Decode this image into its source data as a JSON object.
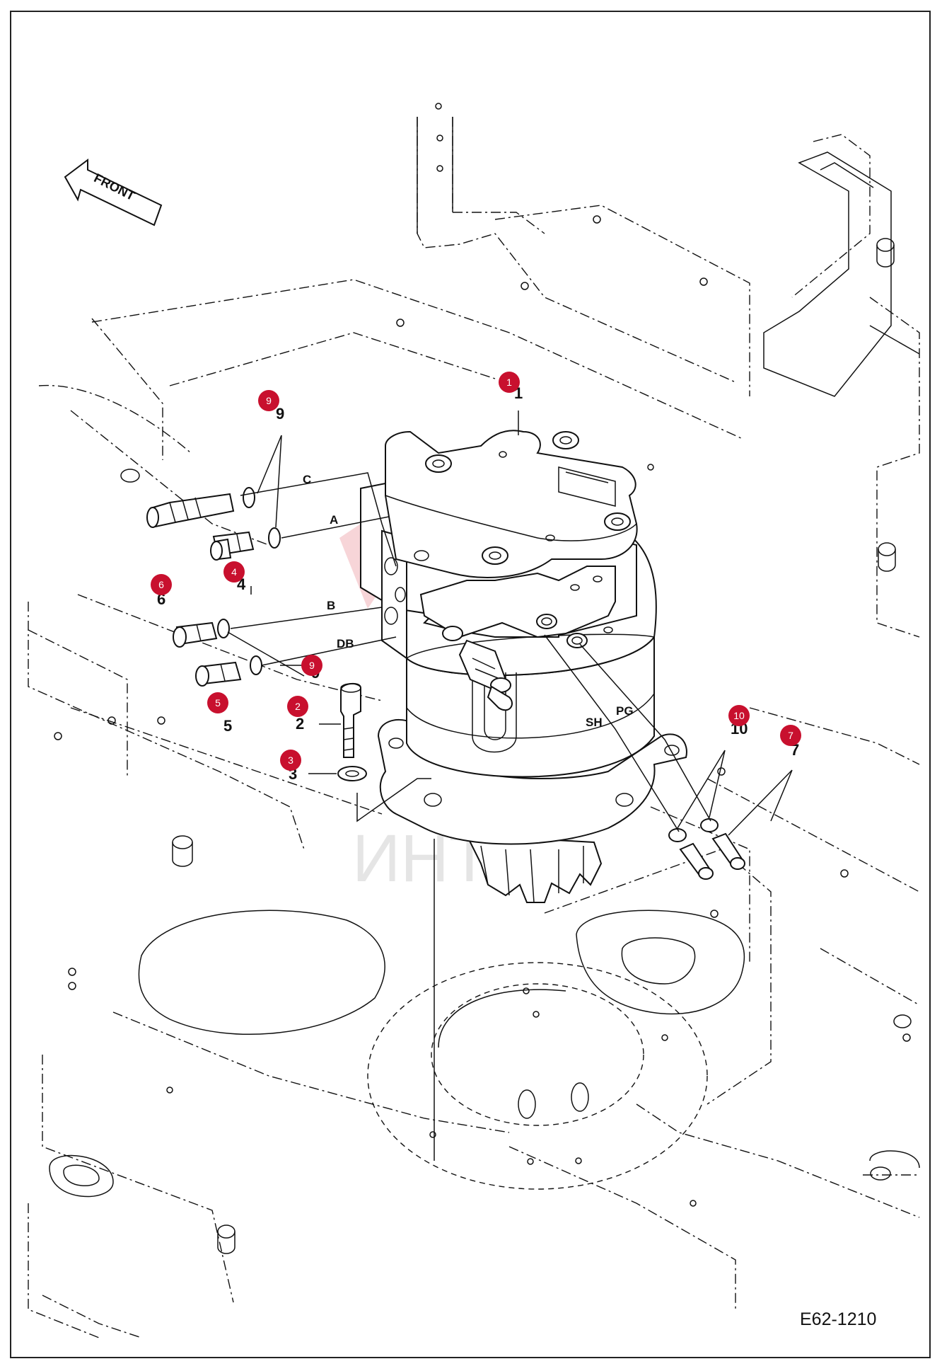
{
  "front_label": "FRONT",
  "drawing_code": "E62-1210",
  "port_labels": {
    "c": "C",
    "a": "A",
    "b": "B",
    "db": "DB",
    "sh": "SH",
    "pg": "PG"
  },
  "part_numbers": {
    "p1": "1",
    "p2": "2",
    "p3": "3",
    "p4": "4",
    "p5": "5",
    "p6": "6",
    "p7": "7",
    "p9a": "9",
    "p9b": "9",
    "p10": "10"
  },
  "badges": {
    "b1": "1",
    "b2": "2",
    "b3": "3",
    "b4": "4",
    "b5": "5",
    "b6": "6",
    "b7": "7",
    "b9a": "9",
    "b9b": "9",
    "b10": "10"
  },
  "watermark_text": "ИНТЕХ",
  "colors": {
    "badge": "#c8102e",
    "line": "#111111",
    "watermark": "#e8888e"
  }
}
